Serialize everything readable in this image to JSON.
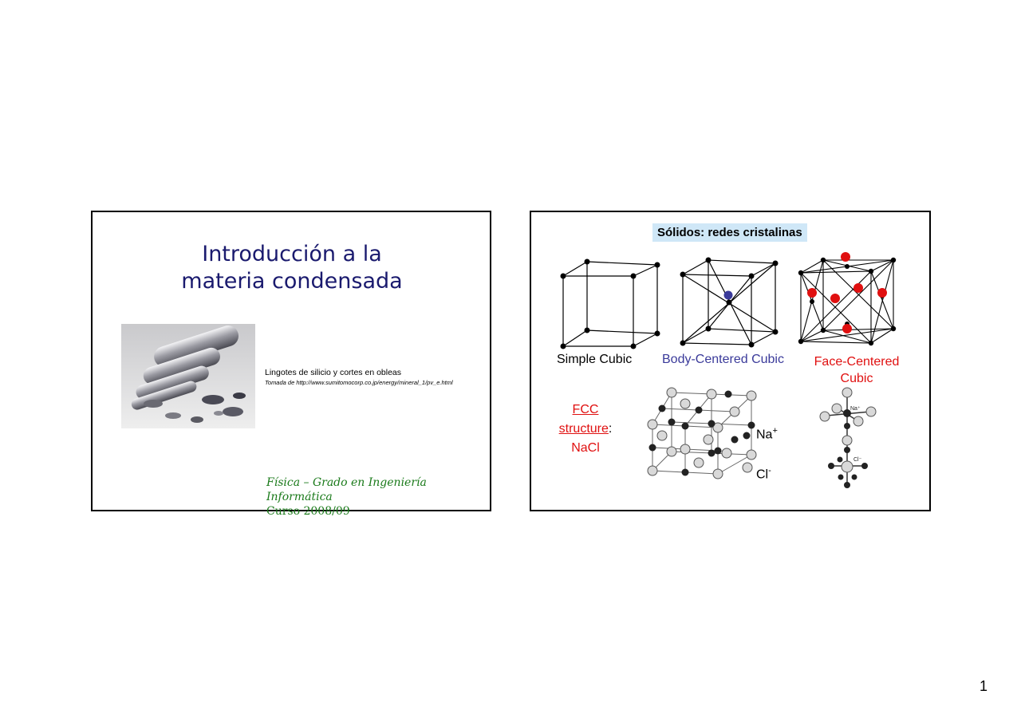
{
  "slide1": {
    "title_line1": "Introducción a la",
    "title_line2": "materia condensada",
    "caption": "Lingotes de silicio y cortes en obleas",
    "source": "Tomada de http://www.sumitomocorp.co.jp/energy/mineral_1/pv_e.html",
    "footer_line1": "Física – Grado en Ingeniería Informática",
    "footer_line2": "Curso 2008/09"
  },
  "slide2": {
    "title": "Sólidos: redes cristalinas",
    "simple_cubic": "Simple Cubic",
    "body_centered": "Body-Centered Cubic",
    "face_centered_1": "Face-Centered",
    "face_centered_2": "Cubic",
    "fcc": "FCC",
    "structure": "structure",
    "colon": ":",
    "nacl": "NaCl",
    "na_label": "Na",
    "na_sup": "+",
    "cl_label": "Cl",
    "cl_sup": "-",
    "model_na": "Na⁺",
    "model_cl": "Cl⁻"
  },
  "colors": {
    "title_blue": "#1a1a6e",
    "bcc_blue": "#3a3a9a",
    "fcc_red": "#e01010",
    "footer_green": "#1a7a1a",
    "highlight": "#cfe7f7"
  },
  "page": {
    "number": "1"
  }
}
